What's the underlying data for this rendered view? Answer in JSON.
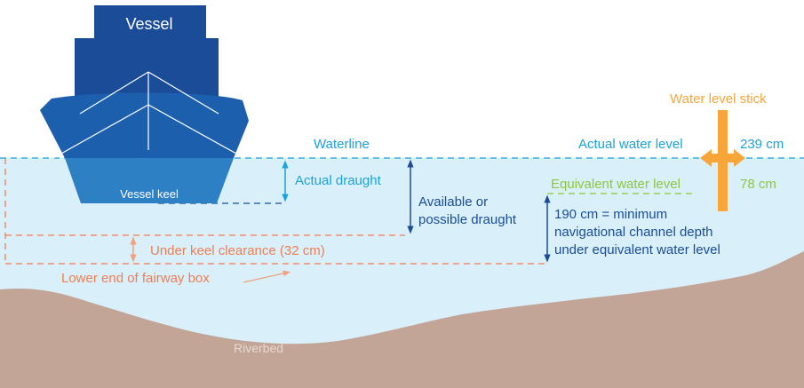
{
  "labels": {
    "vessel": "Vessel",
    "vessel_keel": "Vessel keel",
    "waterline": "Waterline",
    "actual_draught": "Actual draught",
    "available_draught_line1": "Available or",
    "available_draught_line2": "possible draught",
    "under_keel_clearance": "Under keel clearance (32 cm)",
    "lower_end_fairway": "Lower end of fairway box",
    "riverbed": "Riverbed",
    "water_level_stick": "Water level stick",
    "actual_water_level": "Actual water level",
    "actual_water_level_value": "239 cm",
    "equivalent_water_level": "Equivalent water level",
    "equivalent_water_level_value": "78 cm",
    "min_depth_line1": "190 cm = minimum",
    "min_depth_line2": "navigational channel depth",
    "min_depth_line3": "under equivalent water level"
  },
  "colors": {
    "water": "#d9f0fa",
    "riverbed": "#c3a597",
    "vessel_dark": "#1a4c97",
    "vessel_mid": "#1c5fad",
    "vessel_keel": "#2d80c4",
    "light_blue": "#1ba1dc",
    "navy": "#1a4c97",
    "orange": "#ef7e55",
    "green": "#8dc63f",
    "yellow": "#f8a63a"
  }
}
